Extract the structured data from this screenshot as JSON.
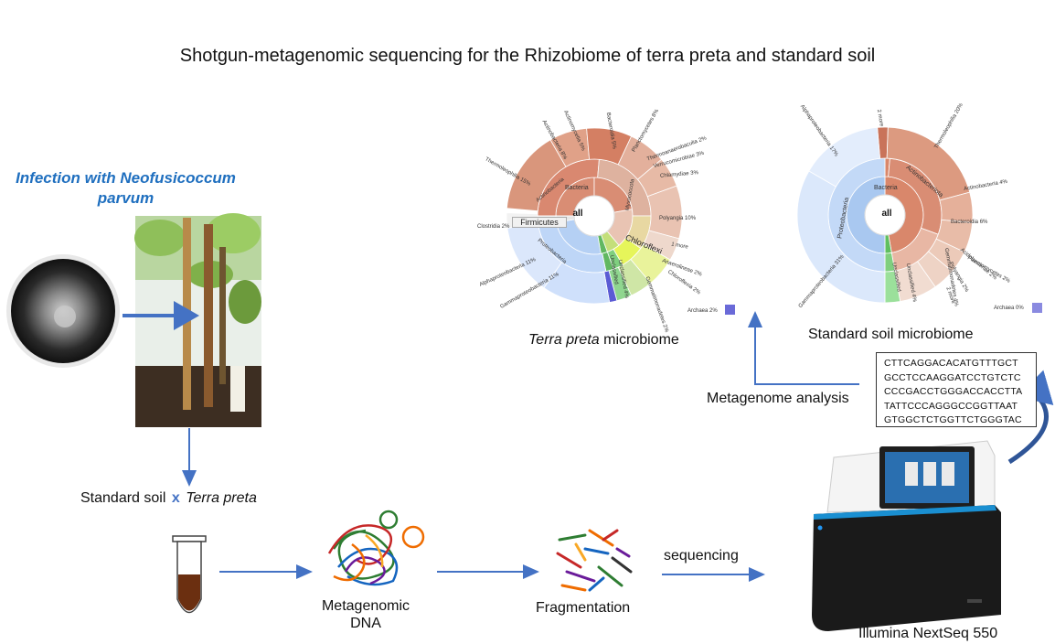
{
  "title": "Shotgun-metagenomic sequencing for the Rhizobiome of terra preta and standard soil",
  "infection": {
    "line1": "Infection with Neofusicoccum",
    "line2": "parvum"
  },
  "soil_comparison": {
    "standard": "Standard soil",
    "x": "x",
    "terra": "Terra preta"
  },
  "steps": {
    "metagenomic_dna_1": "Metagenomic",
    "metagenomic_dna_2": "DNA",
    "fragmentation": "Fragmentation",
    "sequencing": "sequencing",
    "instrument": "Illumina NextSeq 550",
    "analysis": "Metagenome analysis"
  },
  "sequences": [
    "CTTCAGGACACATGTTTGCT",
    "GCCTCCAAGGATCCTGTCTC",
    "CCCGACCTGGGACCACCTTA",
    "TATTCCCAGGGCCGGTTAAT",
    "GTGGCTCTGGTTCTGGGTAC"
  ],
  "terra_krona": {
    "caption_italic": "Terra preta",
    "caption_rest": " microbiome",
    "center": "all",
    "inner": {
      "bacteria": "Bacteria",
      "actinobacteria": "Actinobacteria",
      "proteobacteria": "Proteobacteria",
      "firmicutes": "Firmicutes",
      "chloroflexi": "Chloroflexi",
      "unclassified": "Unclassified",
      "myxococcota": "Myxococcota"
    },
    "outer": [
      {
        "name": "Actinobacteria",
        "pct": "8%"
      },
      {
        "name": "Actinomycetia",
        "pct": "5%"
      },
      {
        "name": "Bacteroidia",
        "pct": "5%"
      },
      {
        "name": "Planctomycetes",
        "pct": "8%"
      },
      {
        "name": "Thermoleophilia",
        "pct": "15%"
      },
      {
        "name": "Thermoanaerobaculia",
        "pct": "2%"
      },
      {
        "name": "Verrucomicrobiae",
        "pct": "3%"
      },
      {
        "name": "Chlamydiae",
        "pct": "3%"
      },
      {
        "name": "Polyangia",
        "pct": "10%"
      },
      {
        "name": "Clostridia",
        "pct": "2%"
      },
      {
        "name": "Alphaproteobacteria",
        "pct": "11%"
      },
      {
        "name": "Gammaproteobacteria",
        "pct": "11%"
      },
      {
        "name": "Anaerolineae",
        "pct": "2%"
      },
      {
        "name": "Chloroflexia",
        "pct": "2%"
      },
      {
        "name": "Gemmatimonadetes",
        "pct": "2%"
      },
      {
        "name": "Unclassified",
        "pct": "4%"
      },
      {
        "name": "1 more",
        "pct": ""
      }
    ],
    "archaea": "Archaea",
    "archaea_pct": "2%"
  },
  "standard_krona": {
    "caption": "Standard soil microbiome",
    "center": "all",
    "inner": {
      "bacteria": "Bacteria",
      "actinobacteria": "Actinobacteriota",
      "proteobacteria": "Proteobacteria",
      "unclassified": "Unclassified"
    },
    "outer": [
      {
        "name": "Alphaproteobacteria",
        "pct": "17%"
      },
      {
        "name": "2 more",
        "pct": ""
      },
      {
        "name": "Thermoleophilia",
        "pct": "20%"
      },
      {
        "name": "Actinobacteria",
        "pct": "4%"
      },
      {
        "name": "Bacteroidia",
        "pct": "6%"
      },
      {
        "name": "Planctomycetes",
        "pct": "2%"
      },
      {
        "name": "Acidobacteriae",
        "pct": "2%"
      },
      {
        "name": "Polyangia",
        "pct": "2%"
      },
      {
        "name": "2 more",
        "pct": ""
      },
      {
        "name": "Gemmatimonadetes",
        "pct": "4%"
      },
      {
        "name": "Gammaproteobacteria",
        "pct": "31%"
      },
      {
        "name": "Unclassified",
        "pct": "4%"
      }
    ],
    "archaea": "Archaea",
    "archaea_pct": "0%"
  },
  "colors": {
    "arrow": "#4472c4",
    "infection_text": "#1f6fbf",
    "krona_red": "#d9876b",
    "krona_blue": "#a9c8f0",
    "krona_green": "#7fcf7f",
    "krona_yellow": "#e6f55a"
  }
}
